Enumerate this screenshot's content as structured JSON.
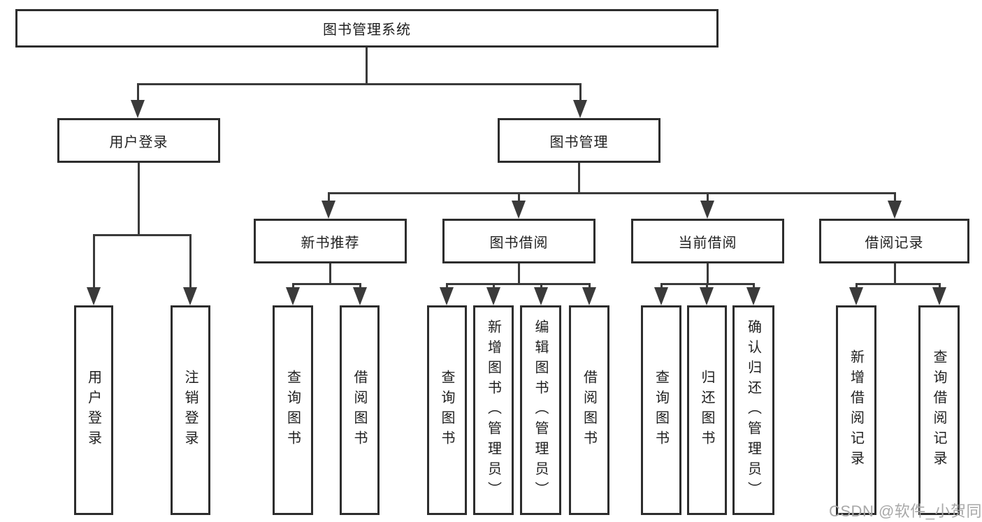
{
  "diagram": {
    "root": {
      "label": "图书管理系统"
    },
    "level2": [
      {
        "label": "用户登录"
      },
      {
        "label": "图书管理"
      }
    ],
    "level3": [
      {
        "label": "新书推荐"
      },
      {
        "label": "图书借阅"
      },
      {
        "label": "当前借阅"
      },
      {
        "label": "借阅记录"
      }
    ],
    "leaves": {
      "user_login": [
        "用户登录",
        "注销登录"
      ],
      "new_book": [
        "查询图书",
        "借阅图书"
      ],
      "book_borrow": [
        "查询图书",
        "新增图书（管理员）",
        "编辑图书（管理员）",
        "借阅图书"
      ],
      "current_borrow": [
        "查询图书",
        "归还图书",
        "确认归还（管理员）"
      ],
      "borrow_records": [
        "新增借阅记录",
        "查询借阅记录"
      ]
    },
    "watermark": "CSDN @软件_小贺同学",
    "colors": {
      "line": "#3a3a3a",
      "border": "#2d2d2d",
      "text": "#1f1f1f",
      "watermark": "#a8a8a8",
      "background": "#ffffff"
    }
  }
}
